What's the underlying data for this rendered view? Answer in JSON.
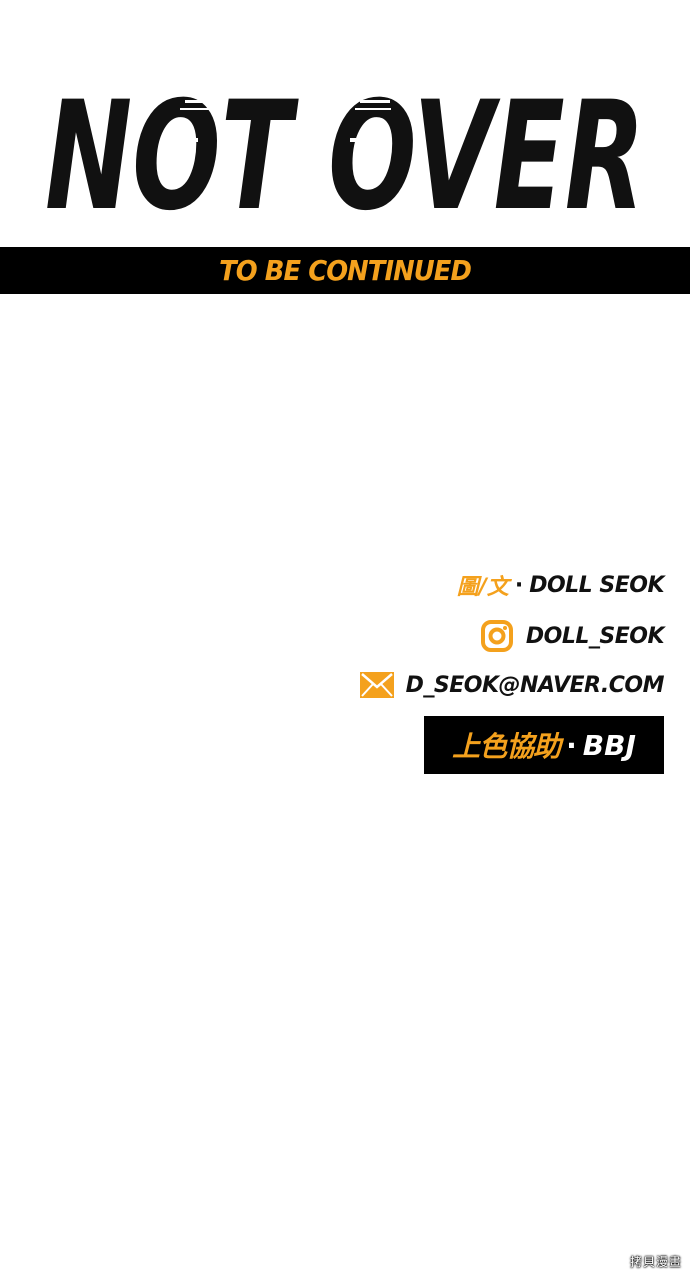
{
  "title": {
    "text": "NOT OVER"
  },
  "banner": {
    "text": "TO BE CONTINUED"
  },
  "credits": {
    "author_label": "圖/文",
    "author_separator": "·",
    "author_name": "DOLL SEOK",
    "instagram_icon": "instagram-icon",
    "instagram_handle": "DOLL_SEOK",
    "email_icon": "envelope-icon",
    "email": "D_SEOK@NAVER.COM"
  },
  "coloring": {
    "label": "上色協助",
    "separator": "·",
    "name": "BBJ"
  },
  "watermark": {
    "text": "拷貝漫畫"
  },
  "colors": {
    "accent": "#f4a11d",
    "title": "#111111",
    "banner_bg": "#000000"
  }
}
